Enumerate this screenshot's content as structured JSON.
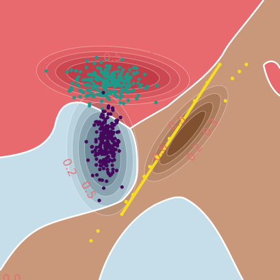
{
  "chart_data": {
    "type": "scatter",
    "title": "",
    "xlabel": "",
    "ylabel": "",
    "grid": false,
    "legend": "none",
    "xlim": [
      0,
      10
    ],
    "ylim": [
      0,
      10
    ],
    "background_regions": [
      {
        "name": "red-region",
        "color": "#E96A6E"
      },
      {
        "name": "tan-region",
        "color": "#C99779"
      },
      {
        "name": "blue-region",
        "color": "#C6DEEA"
      }
    ],
    "boundary_color": "#FFFFFF",
    "contour_labels": [
      {
        "text": "0.5",
        "x": 4.02,
        "y": 7.95,
        "rotation": 0,
        "color": "#E96A6E"
      },
      {
        "text": "0.2",
        "x": 5.65,
        "y": 8.17,
        "rotation": 15,
        "color": "#E96A6E"
      },
      {
        "text": "0.5",
        "x": 6.33,
        "y": 5.61,
        "rotation": -32,
        "color": "#E96A6E"
      },
      {
        "text": "0.3",
        "x": 7.53,
        "y": 5.44,
        "rotation": -55,
        "color": "#E96A6E"
      },
      {
        "text": "0.6",
        "x": 5.72,
        "y": 4.55,
        "rotation": -55,
        "color": "#E96A6E"
      },
      {
        "text": "0.2",
        "x": 6.96,
        "y": 4.55,
        "rotation": -55,
        "color": "#E96A6E"
      },
      {
        "text": "0.2",
        "x": 2.47,
        "y": 4.01,
        "rotation": 65,
        "color": "#E96A6E"
      },
      {
        "text": "0.5",
        "x": 3.15,
        "y": 3.2,
        "rotation": 60,
        "color": "#E96A6E"
      },
      {
        "text": "0.0",
        "x": 0.42,
        "y": 0.03,
        "rotation": 0,
        "color": "#E96A6E"
      }
    ],
    "series": [
      {
        "name": "",
        "color": "#1E9A8A",
        "center": [
          3.85,
          7.05
        ],
        "spread": [
          1.15,
          0.65
        ],
        "count": 230
      },
      {
        "name": "",
        "color": "#46085C",
        "center": [
          3.8,
          4.8
        ],
        "spread": [
          0.45,
          1.05
        ],
        "count": 210
      },
      {
        "name": "",
        "color": "#F6DD22",
        "points": [
          [
            4.35,
            2.35
          ],
          [
            4.75,
            3.05
          ],
          [
            5.15,
            3.7
          ],
          [
            5.6,
            4.4
          ],
          [
            6.05,
            5.05
          ],
          [
            6.5,
            5.75
          ],
          [
            6.95,
            6.4
          ],
          [
            7.4,
            7.05
          ],
          [
            7.85,
            7.7
          ],
          [
            8.3,
            7.2
          ],
          [
            8.55,
            7.45
          ],
          [
            8.8,
            7.7
          ],
          [
            3.25,
            1.4
          ],
          [
            3.5,
            1.75
          ],
          [
            8.05,
            6.4
          ],
          [
            4.5,
            2.8
          ],
          [
            5.35,
            4.05
          ]
        ]
      }
    ]
  }
}
